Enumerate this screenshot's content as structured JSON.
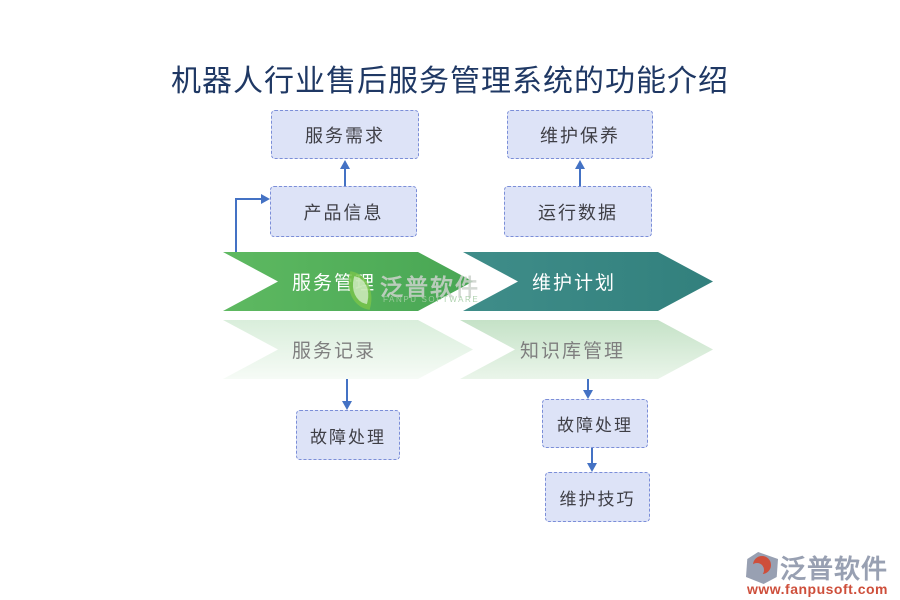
{
  "title": {
    "text": "机器人行业售后服务管理系统的功能介绍"
  },
  "colors": {
    "title": "#1f3864",
    "connector": "#4472c4",
    "box_fill": "#dde3f7",
    "box_border": "#7b8ed8",
    "box_text": "#3f3f46",
    "chevron_green": "#52b05a",
    "chevron_teal": "#38867f",
    "chevron_pale_green": "#d9eedb",
    "chevron_light_green": "#c5e2c7",
    "muted_text": "#7f7f7f",
    "watermark_gray": "#98a0b2",
    "watermark_red": "#ce4f3b",
    "watermark_leaf_green": "#78c34b"
  },
  "diagram": {
    "top_boxes": [
      {
        "label": "服务需求"
      },
      {
        "label": "维护保养"
      },
      {
        "label": "产品信息"
      },
      {
        "label": "运行数据"
      }
    ],
    "chevrons": [
      {
        "label": "服务管理"
      },
      {
        "label": "维护计划"
      },
      {
        "label": "服务记录"
      },
      {
        "label": "知识库管理"
      }
    ],
    "bottom_boxes": [
      {
        "label": "故障处理"
      },
      {
        "label": "故障处理"
      },
      {
        "label": "维护技巧"
      }
    ]
  },
  "watermark_center": {
    "brand": "泛普软件",
    "subtitle": "FANPU SOFTWARE"
  },
  "watermark_corner": {
    "brand": "泛普软件",
    "url": "www.fanpusoft.com"
  }
}
